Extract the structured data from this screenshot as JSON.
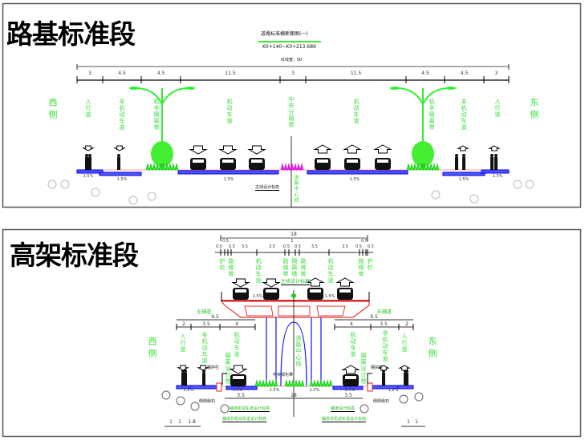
{
  "subgrade": {
    "title": "路基标准段",
    "drawing_title": "道路标准横断面图(一)",
    "station": "K0+140~K0+213.689",
    "total_width": "红线宽：50",
    "dims": [
      "3",
      "4.5",
      "4.5",
      "11.5",
      "3",
      "11.5",
      "4.5",
      "4.5",
      "3"
    ],
    "labels": {
      "west": "西侧",
      "sidewalk_w": "人行道",
      "bike_w": "非机动车道",
      "sep_w": "机非隔离带",
      "motor_w": "机动车道",
      "median": "中央分隔带",
      "motor_e": "机动车道",
      "sep_e": "机非隔离带",
      "bike_e": "非机动车道",
      "sidewalk_e": "人行道",
      "east": "东侧"
    },
    "slope": "1.5%",
    "design_elev": "主线设计标高",
    "center_line": "道路中心线"
  },
  "elevated": {
    "title": "高架标准段",
    "deck_total": "18",
    "deck_dims": [
      "0.5",
      "0.5",
      "0.5",
      "3.5",
      "3.5",
      "0.5",
      "1",
      "0.5",
      "3.5",
      "3.5",
      "0.5",
      "0.5",
      "0.5"
    ],
    "deck_labels": {
      "rail_w": "护栏",
      "curb_w1": "路缘带",
      "motor_w": "机动车道",
      "curb_w2": "路缘带",
      "divider": "隔离墩",
      "curb_e2": "路缘带",
      "motor_e": "机动车道",
      "curb_e1": "路缘带",
      "rail_e": "护栏"
    },
    "design_elev": "主线设计标高",
    "ramp_left": "左辅道",
    "ramp_right": "右辅道",
    "ramp_width": "9.5",
    "side_dims_w": [
      "2",
      "3.5",
      "4"
    ],
    "side_dims_e": [
      "4",
      "3.5",
      "2"
    ],
    "labels": {
      "west": "西侧",
      "sidewalk_w": "人行道",
      "bike_w": "非机动车道",
      "motor_w": "机动车道",
      "edge_w": "隔离设计带",
      "center": "道路中心线",
      "motor_e": "机动车道",
      "edge_e": "隔离设计带",
      "bike_e": "非机动车道",
      "sidewalk_e": "人行道",
      "east": "东侧"
    },
    "median": "中央绿化带",
    "guardrail": "钢护栏",
    "curb_stone": "侧侧缘石",
    "bottom_dims": [
      "3.5",
      "18",
      "3.5"
    ],
    "aux_motor_elev": "辅道机动车道设计标高",
    "aux_bike_elev": "辅道非机动车道设计标高",
    "aux_elev": "辅道设计标高",
    "aux_bike_elev_e": "辅道非机动车道设计标高",
    "slope": "1.5%",
    "scale_w": [
      "1",
      "1",
      "1.8"
    ],
    "scale_e": [
      "1",
      "1"
    ]
  }
}
